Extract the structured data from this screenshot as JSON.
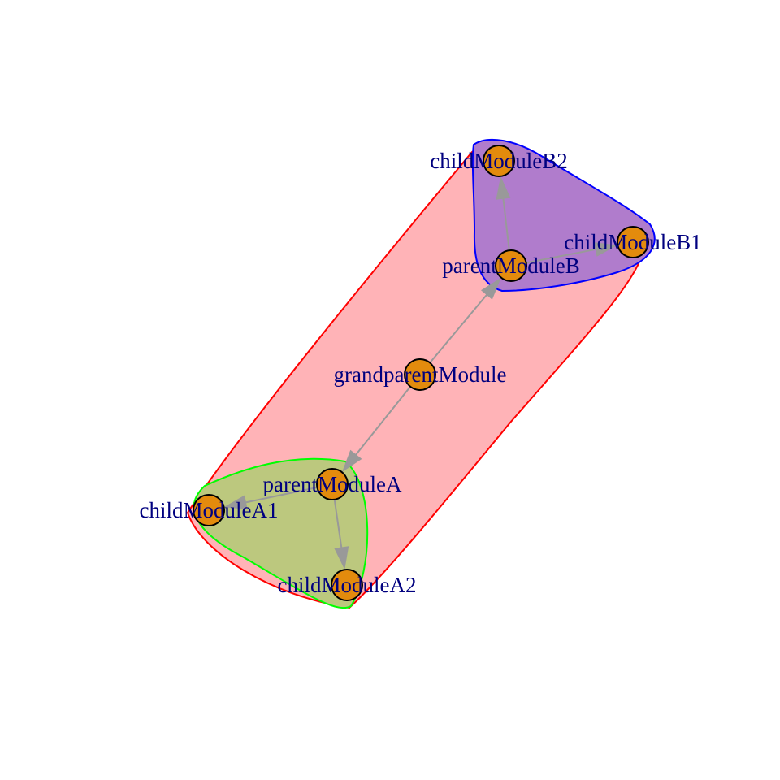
{
  "colors": {
    "background": "#ffffff",
    "node_fill": "#e38b0d",
    "node_stroke": "#000000",
    "edge": "#999999",
    "label": "#00007f",
    "group_outer_fill": "#ffb3b7",
    "group_outer_stroke": "#ff0000",
    "group_a_fill": "#bcc87e",
    "group_a_stroke": "#00ff00",
    "group_b_fill": "#b07ccc",
    "group_b_stroke": "#0000ff"
  },
  "nodes": [
    {
      "id": "grandparentModule",
      "label": "grandparentModule"
    },
    {
      "id": "parentModuleA",
      "label": "parentModuleA"
    },
    {
      "id": "parentModuleB",
      "label": "parentModuleB"
    },
    {
      "id": "childModuleA1",
      "label": "childModuleA1"
    },
    {
      "id": "childModuleA2",
      "label": "childModuleA2"
    },
    {
      "id": "childModuleB1",
      "label": "childModuleB1"
    },
    {
      "id": "childModuleB2",
      "label": "childModuleB2"
    }
  ],
  "edges": [
    {
      "from": "grandparentModule",
      "to": "parentModuleA"
    },
    {
      "from": "grandparentModule",
      "to": "parentModuleB"
    },
    {
      "from": "parentModuleA",
      "to": "childModuleA1"
    },
    {
      "from": "parentModuleA",
      "to": "childModuleA2"
    },
    {
      "from": "parentModuleB",
      "to": "childModuleB1"
    },
    {
      "from": "parentModuleB",
      "to": "childModuleB2"
    }
  ],
  "groups": [
    {
      "id": "group-outer",
      "members": [
        "grandparentModule",
        "parentModuleA",
        "parentModuleB",
        "childModuleA1",
        "childModuleA2",
        "childModuleB1",
        "childModuleB2"
      ]
    },
    {
      "id": "group-a",
      "members": [
        "parentModuleA",
        "childModuleA1",
        "childModuleA2"
      ]
    },
    {
      "id": "group-b",
      "members": [
        "parentModuleB",
        "childModuleB1",
        "childModuleB2"
      ]
    }
  ]
}
